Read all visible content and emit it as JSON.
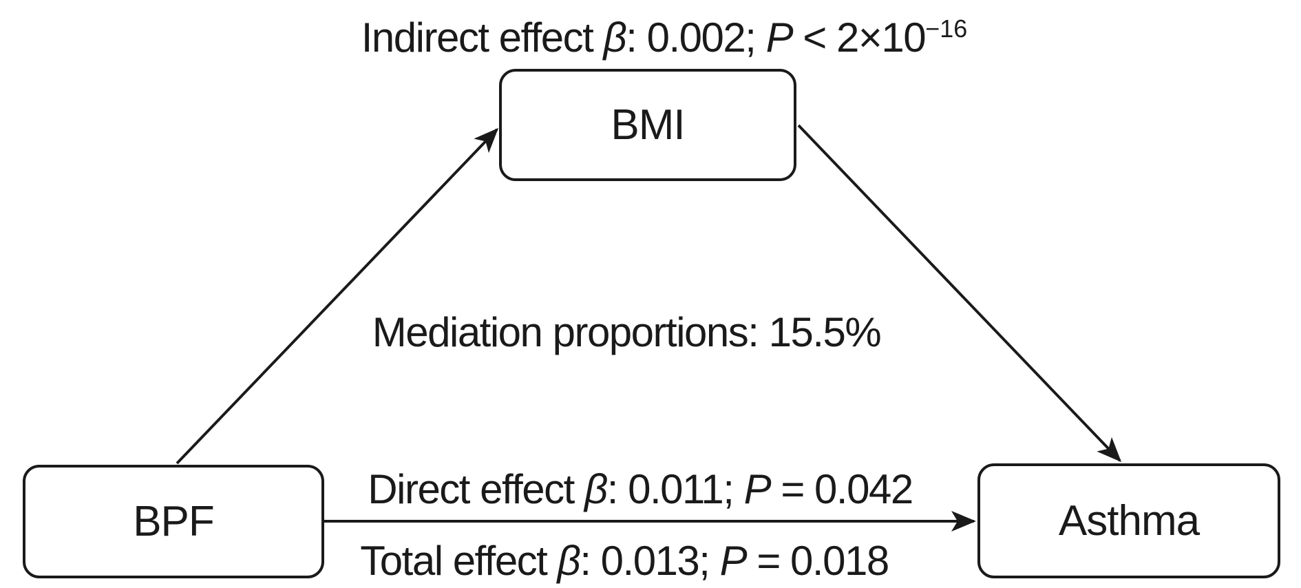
{
  "figure": {
    "type": "mediation-path-diagram",
    "colors": {
      "ink": "#1a1a1a",
      "background": "#ffffff"
    },
    "nodes": {
      "bmi": {
        "label": "BMI"
      },
      "bpf": {
        "label": "BPF"
      },
      "asthma": {
        "label": "Asthma"
      }
    },
    "labels": {
      "indirect": {
        "prefix": "Indirect effect ",
        "beta": "β",
        "mid": ": 0.002; ",
        "p": "P",
        "tail": " < 2×10",
        "sup": "−16"
      },
      "mediation": {
        "text": "Mediation proportions: 15.5%"
      },
      "direct": {
        "prefix": "Direct effect ",
        "beta": "β",
        "mid": ": 0.011; ",
        "p": "P",
        "tail": " = 0.042"
      },
      "total": {
        "prefix": "Total effect ",
        "beta": "β",
        "mid": ": 0.013; ",
        "p": "P",
        "tail": " = 0.018"
      }
    },
    "edges": [
      {
        "from": "BPF",
        "to": "BMI"
      },
      {
        "from": "BMI",
        "to": "Asthma"
      },
      {
        "from": "BPF",
        "to": "Asthma"
      }
    ]
  }
}
